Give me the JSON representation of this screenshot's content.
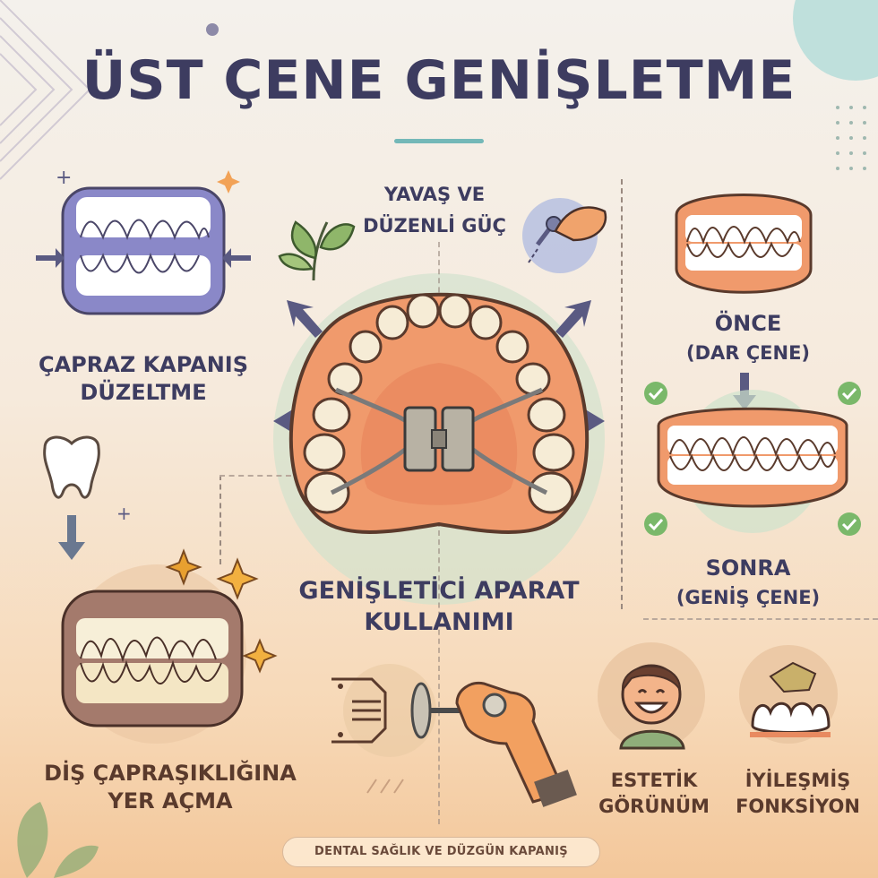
{
  "title": "ÜST ÇENE GENİŞLETME",
  "sections": {
    "force": {
      "line1": "YAVAŞ VE",
      "line2": "DÜZENLİ GÜÇ"
    },
    "crossbite": {
      "line1": "ÇAPRAZ KAPANIŞ",
      "line2": "DÜZELTME"
    },
    "appliance": {
      "line1": "GENİŞLETİCİ APARAT",
      "line2": "KULLANIMI"
    },
    "before": {
      "line1": "ÖNCE",
      "line2": "(DAR ÇENE)"
    },
    "after": {
      "line1": "SONRA",
      "line2": "(GENİŞ ÇENE)"
    },
    "crowding": {
      "line1": "DİŞ ÇAPRAŞIKLIĞINA",
      "line2": "YER AÇMA"
    },
    "aesthetic": {
      "line1": "ESTETİK",
      "line2": "GÖRÜNÜM"
    },
    "function": {
      "line1": "İYİLEŞMİŞ",
      "line2": "FONKSİYON"
    }
  },
  "footer": "DENTAL SAĞLIK VE DÜZGÜN KAPANIŞ",
  "colors": {
    "title": "#3d3c60",
    "accent_teal": "#74b8b8",
    "gum_orange": "#f09a6c",
    "gum_purple": "#8a88c8",
    "check_green": "#7ab86a",
    "arrow_purple": "#5a5a82"
  },
  "icons": [
    "leaf-icon",
    "key-icon",
    "check-icon",
    "smile-face-icon",
    "tooth-icon",
    "sparkle-icon",
    "screw-icon",
    "hand-icon"
  ]
}
